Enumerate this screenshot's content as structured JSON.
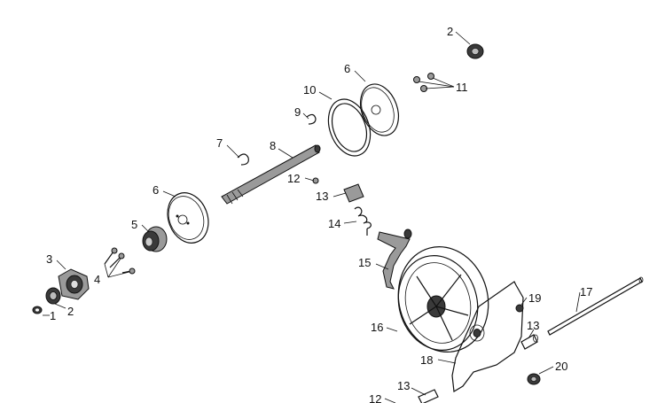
{
  "callouts": [
    {
      "id": "c1",
      "text": "1"
    },
    {
      "id": "c2a",
      "text": "2"
    },
    {
      "id": "c2b",
      "text": "2"
    },
    {
      "id": "c3",
      "text": "3"
    },
    {
      "id": "c4",
      "text": "4"
    },
    {
      "id": "c5",
      "text": "5"
    },
    {
      "id": "c6a",
      "text": "6"
    },
    {
      "id": "c6b",
      "text": "6"
    },
    {
      "id": "c7",
      "text": "7"
    },
    {
      "id": "c8",
      "text": "8"
    },
    {
      "id": "c9",
      "text": "9"
    },
    {
      "id": "c10",
      "text": "10"
    },
    {
      "id": "c11",
      "text": "11"
    },
    {
      "id": "c12a",
      "text": "12"
    },
    {
      "id": "c12b",
      "text": "12"
    },
    {
      "id": "c13a",
      "text": "13"
    },
    {
      "id": "c13b",
      "text": "13"
    },
    {
      "id": "c13c",
      "text": "13"
    },
    {
      "id": "c14",
      "text": "14"
    },
    {
      "id": "c15",
      "text": "15"
    },
    {
      "id": "c16",
      "text": "16"
    },
    {
      "id": "c17",
      "text": "17"
    },
    {
      "id": "c18",
      "text": "18"
    },
    {
      "id": "c19",
      "text": "19"
    },
    {
      "id": "c20",
      "text": "20"
    }
  ]
}
